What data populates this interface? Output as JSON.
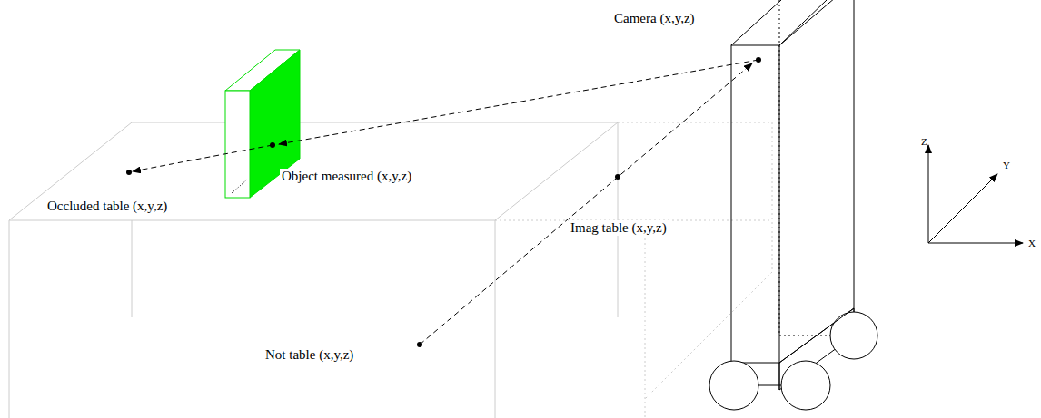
{
  "diagram": {
    "labels": [
      "Camera (x,y,z)",
      "Object measured (x,y,z)",
      "Occluded table (x,y,z)",
      "Imag table (x,y,z)",
      "Not table (x,y,z)",
      "Z",
      "Y",
      "X"
    ]
  }
}
